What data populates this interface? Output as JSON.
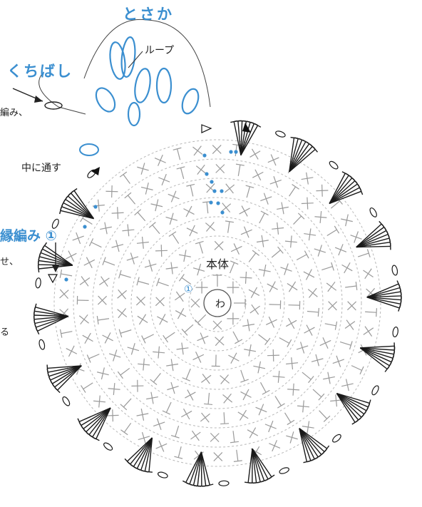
{
  "labels": {
    "tosaka": "とさか",
    "loop": "ループ",
    "kuchibashi": "くちばし",
    "left_cut_1": "編み、",
    "naka_ni_toosu": "中に通す",
    "fuchiami": "縁編み ①",
    "left_cut_2": "せ、",
    "left_cut_3": "る",
    "hontai": "本体",
    "center_wa": "わ",
    "round_marker": "①"
  },
  "colors": {
    "accent_blue": "#3b8fd0",
    "body_stitch_gray": "#9a9a9a",
    "edging_black": "#1a1a1a",
    "round_dash": "#b8b8b8"
  },
  "rounds": 8,
  "edging_fans": 16
}
